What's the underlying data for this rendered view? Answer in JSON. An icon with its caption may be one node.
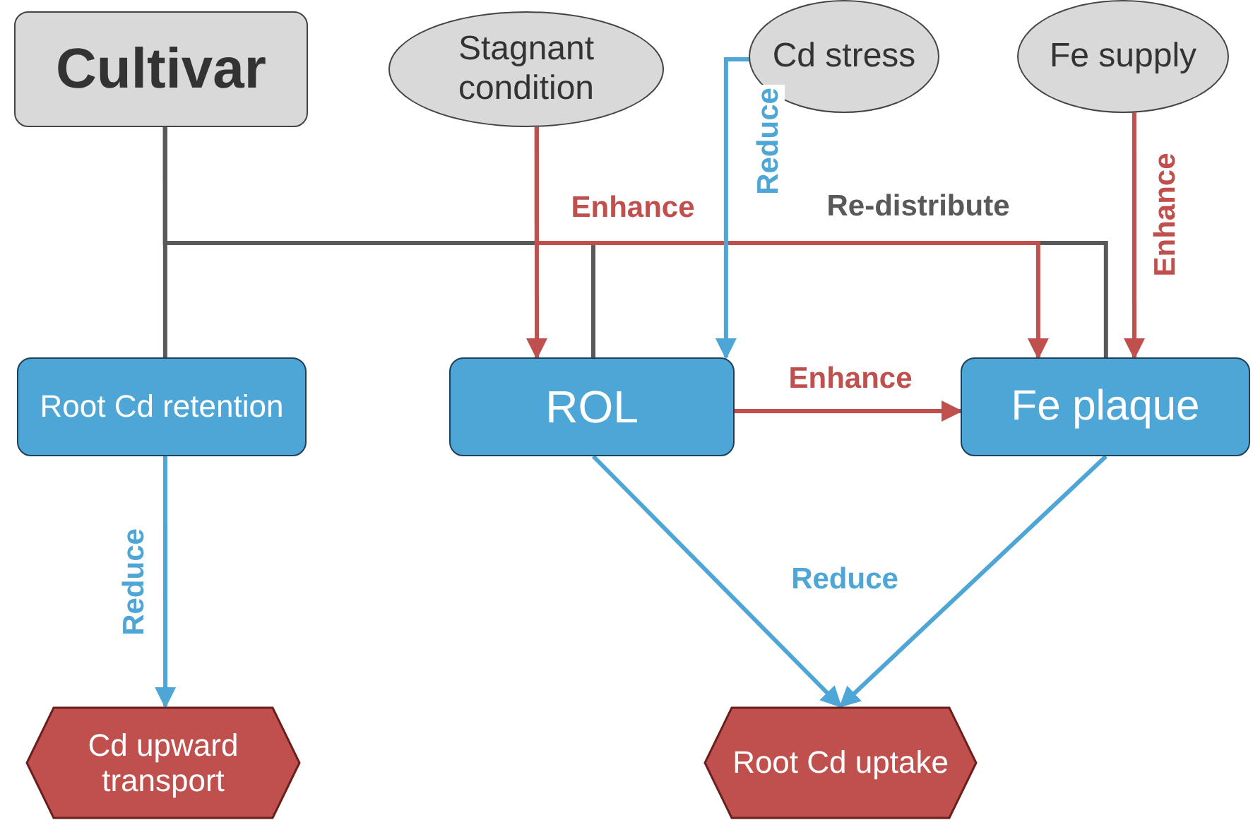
{
  "diagram": {
    "nodes": [
      {
        "text": [
          "Cultivar"
        ]
      },
      {
        "text": [
          "Stagnant condition"
        ]
      },
      {
        "text": [
          "Cd stress"
        ]
      },
      {
        "text": [
          "Fe supply"
        ]
      },
      {
        "text": [
          "Root Cd retention"
        ]
      },
      {
        "text": [
          "ROL"
        ]
      },
      {
        "text": [
          "Fe plaque"
        ]
      },
      {
        "text": [
          "Cd upward transport"
        ]
      },
      {
        "text": [
          "Root Cd uptake"
        ]
      }
    ],
    "edges": [
      {
        "from": 0,
        "to": 4,
        "arrow": "none",
        "color": "#595959"
      },
      {
        "from": 0,
        "to": 5,
        "arrow": "none",
        "color": "#595959"
      },
      {
        "from": 0,
        "to": 6,
        "arrow": "none",
        "color": "#595959",
        "label": "Re-distribute"
      },
      {
        "from": 1,
        "to": 5,
        "arrow": "to",
        "color": "#c0504d",
        "label": "Enhance"
      },
      {
        "from": 1,
        "to": 6,
        "arrow": "to",
        "color": "#c0504d"
      },
      {
        "from": 2,
        "to": 5,
        "arrow": "to",
        "color": "#4ea6d6",
        "label": "Reduce"
      },
      {
        "from": 3,
        "to": 6,
        "arrow": "to",
        "color": "#c0504d",
        "label": "Enhance"
      },
      {
        "from": 5,
        "to": 6,
        "arrow": "to",
        "color": "#c0504d",
        "label": "Enhance"
      },
      {
        "from": 4,
        "to": 7,
        "arrow": "to",
        "color": "#4ea6d6",
        "label": "Reduce"
      },
      {
        "from": 5,
        "to": 8,
        "arrow": "to",
        "color": "#4ea6d6",
        "label": "Reduce"
      },
      {
        "from": 6,
        "to": 8,
        "arrow": "to",
        "color": "#4ea6d6"
      }
    ]
  }
}
